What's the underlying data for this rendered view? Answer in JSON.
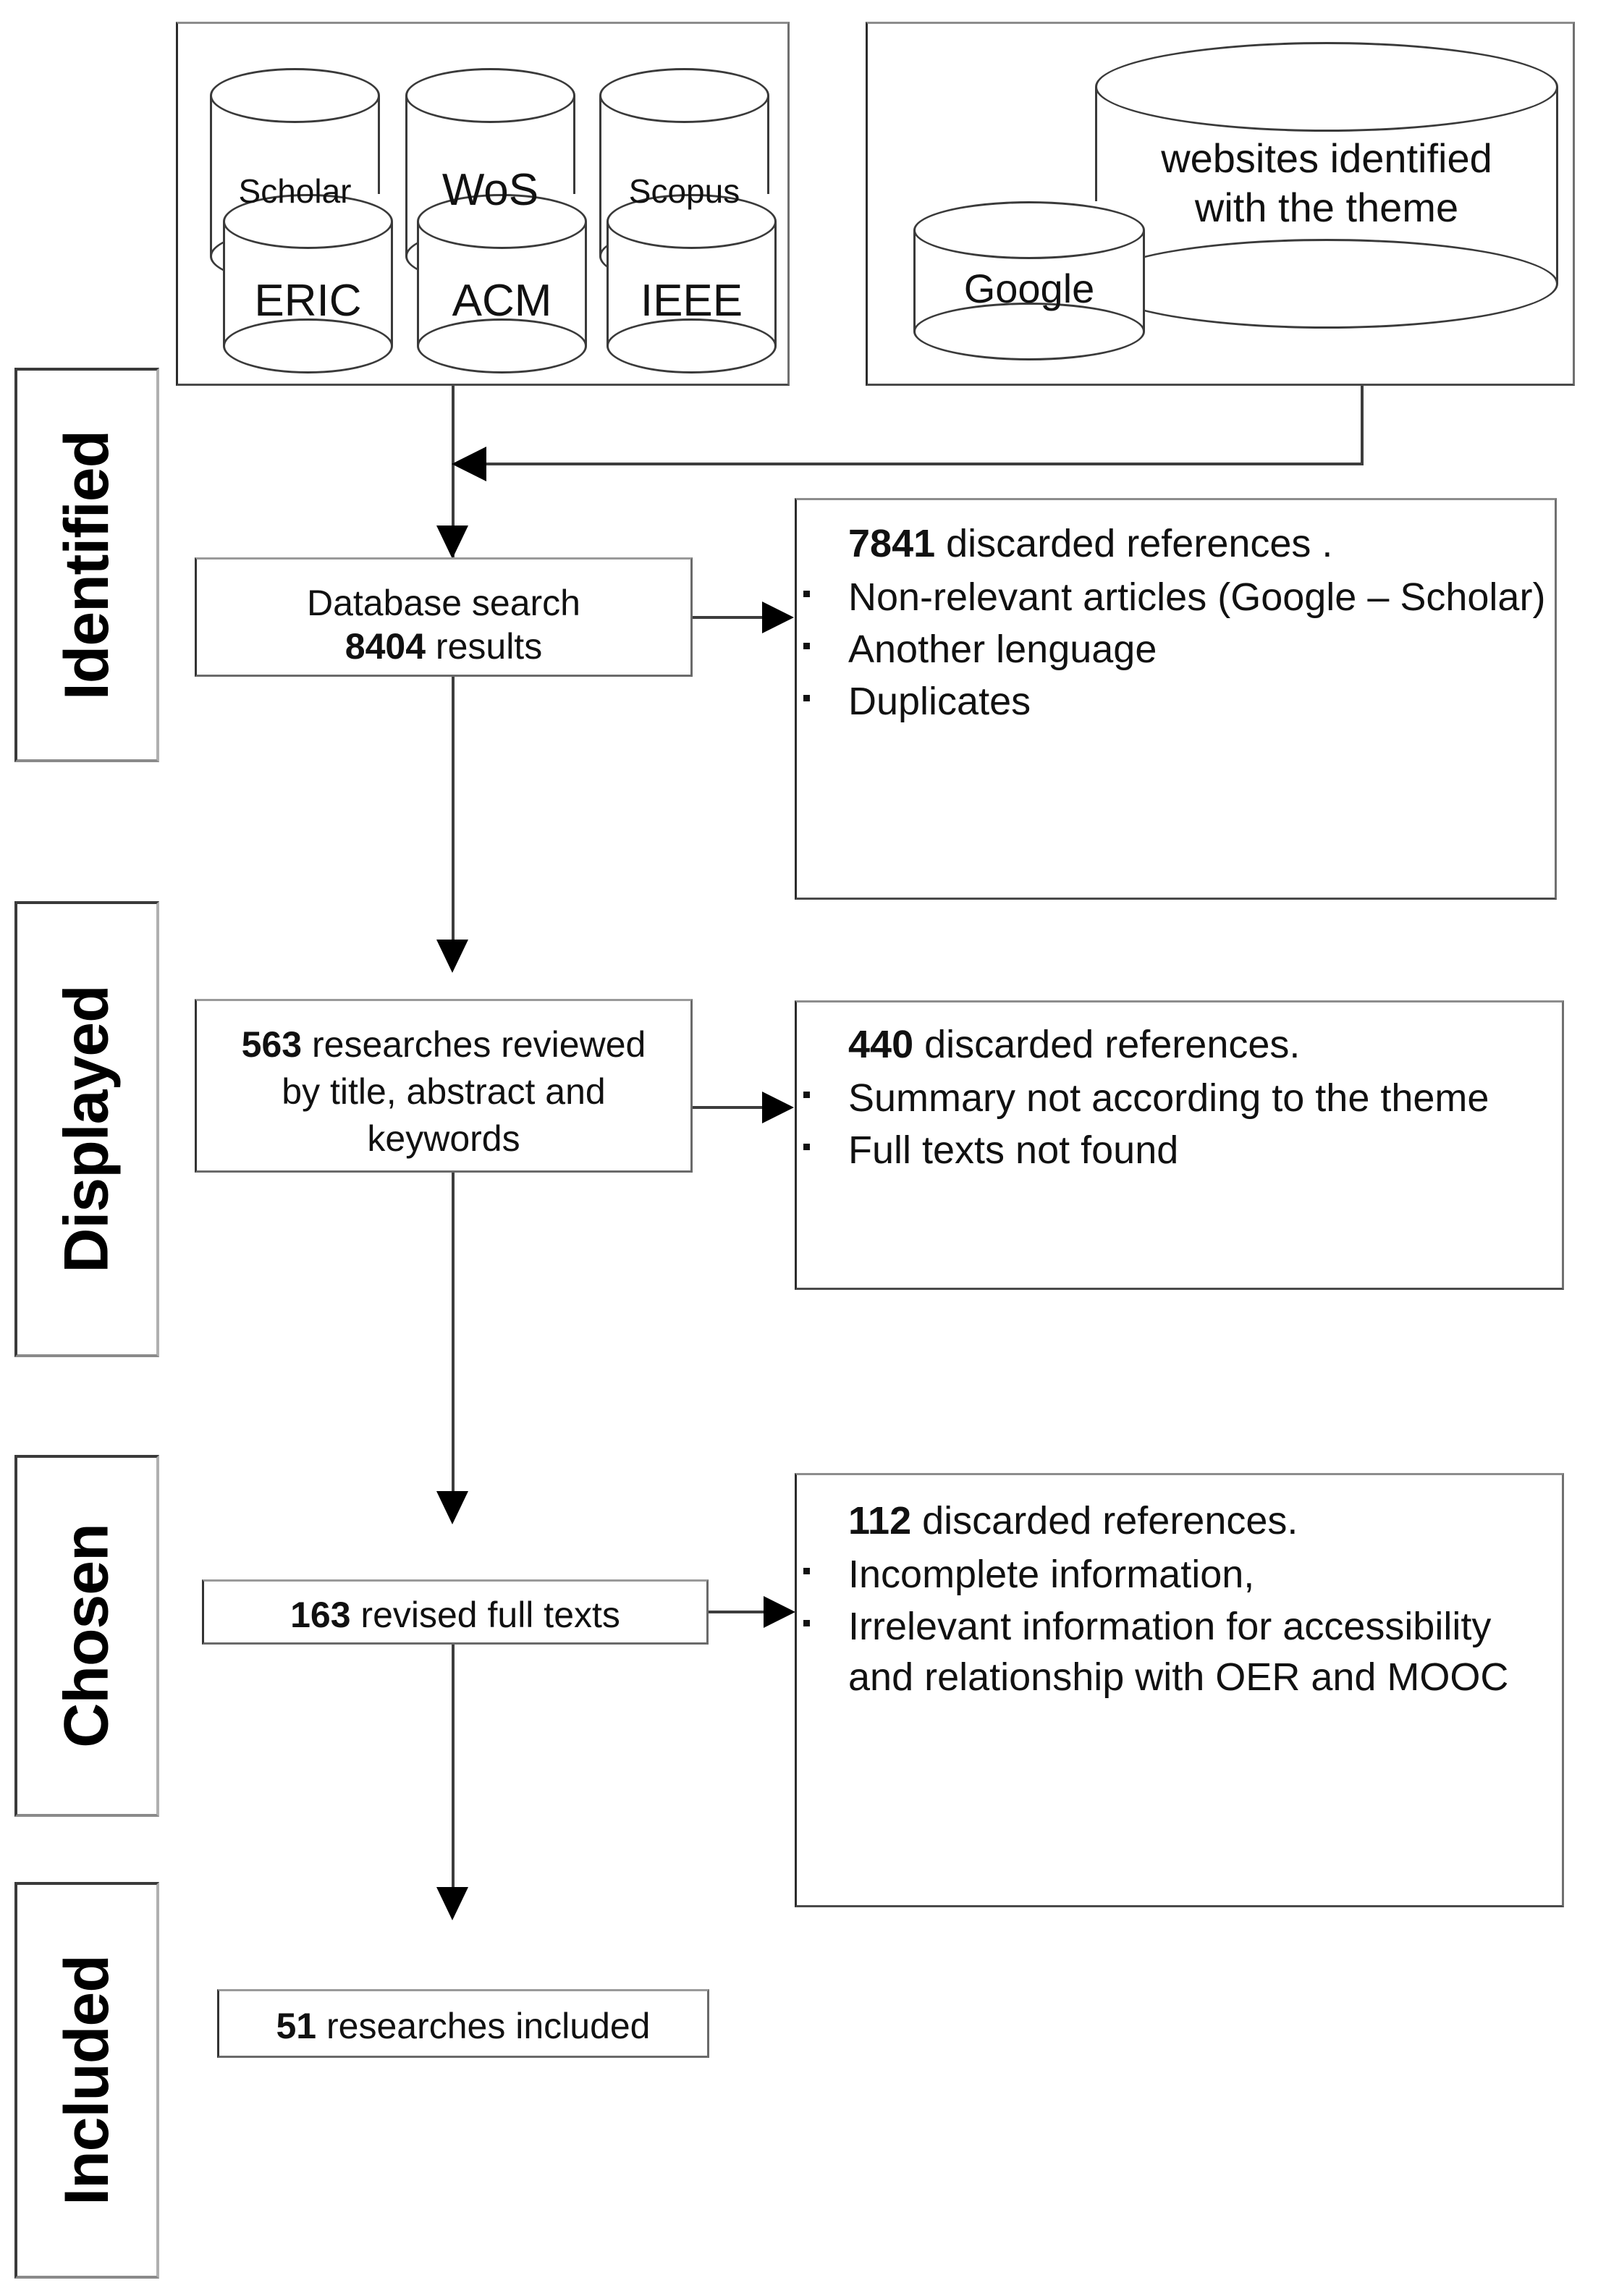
{
  "diagram": {
    "title": "PRISMA study selection flow diagram",
    "type": "flowchart"
  },
  "stages": [
    {
      "label": "Identified"
    },
    {
      "label": "Displayed"
    },
    {
      "label": "Chosen"
    },
    {
      "label": "Included"
    }
  ],
  "sources": {
    "databases": {
      "cylinders": [
        {
          "label": "Scholar"
        },
        {
          "label": "WoS"
        },
        {
          "label": "Scopus"
        },
        {
          "label": "ERIC"
        },
        {
          "label": "ACM"
        },
        {
          "label": "IEEE"
        }
      ]
    },
    "websites": {
      "cylinders": [
        {
          "label": "websites identified\nwith the theme"
        },
        {
          "label": "Google"
        }
      ],
      "big_label_line1": "websites identified",
      "big_label_line2": "with the theme",
      "small_label": "Google"
    }
  },
  "flow": {
    "search": {
      "line1": "Database search",
      "count": "8404",
      "line2_suffix": " results"
    },
    "screened": {
      "count": "563",
      "line1_suffix": " researches reviewed",
      "line2": "by title, abstract and",
      "line3": "keywords"
    },
    "fulltext": {
      "count": "163",
      "suffix": " revised full texts"
    },
    "included": {
      "count": "51",
      "suffix": " researches included"
    }
  },
  "exclusions": [
    {
      "count": "7841",
      "heading_suffix": " discarded references .",
      "items": [
        "Non-relevant articles (Google – Scholar)",
        "Another lenguage",
        "Duplicates"
      ]
    },
    {
      "count": "440",
      "heading_suffix": "  discarded references.",
      "items": [
        "Summary not according to the theme",
        "Full texts not found"
      ]
    },
    {
      "count": "112",
      "heading_suffix": "  discarded references.",
      "items": [
        "Incomplete information,",
        "Irrelevant information for accessibility and relationship with OER and MOOC"
      ]
    }
  ],
  "colors": {
    "ink": "#111111",
    "stroke": "#3a3a3a",
    "background": "#ffffff"
  }
}
